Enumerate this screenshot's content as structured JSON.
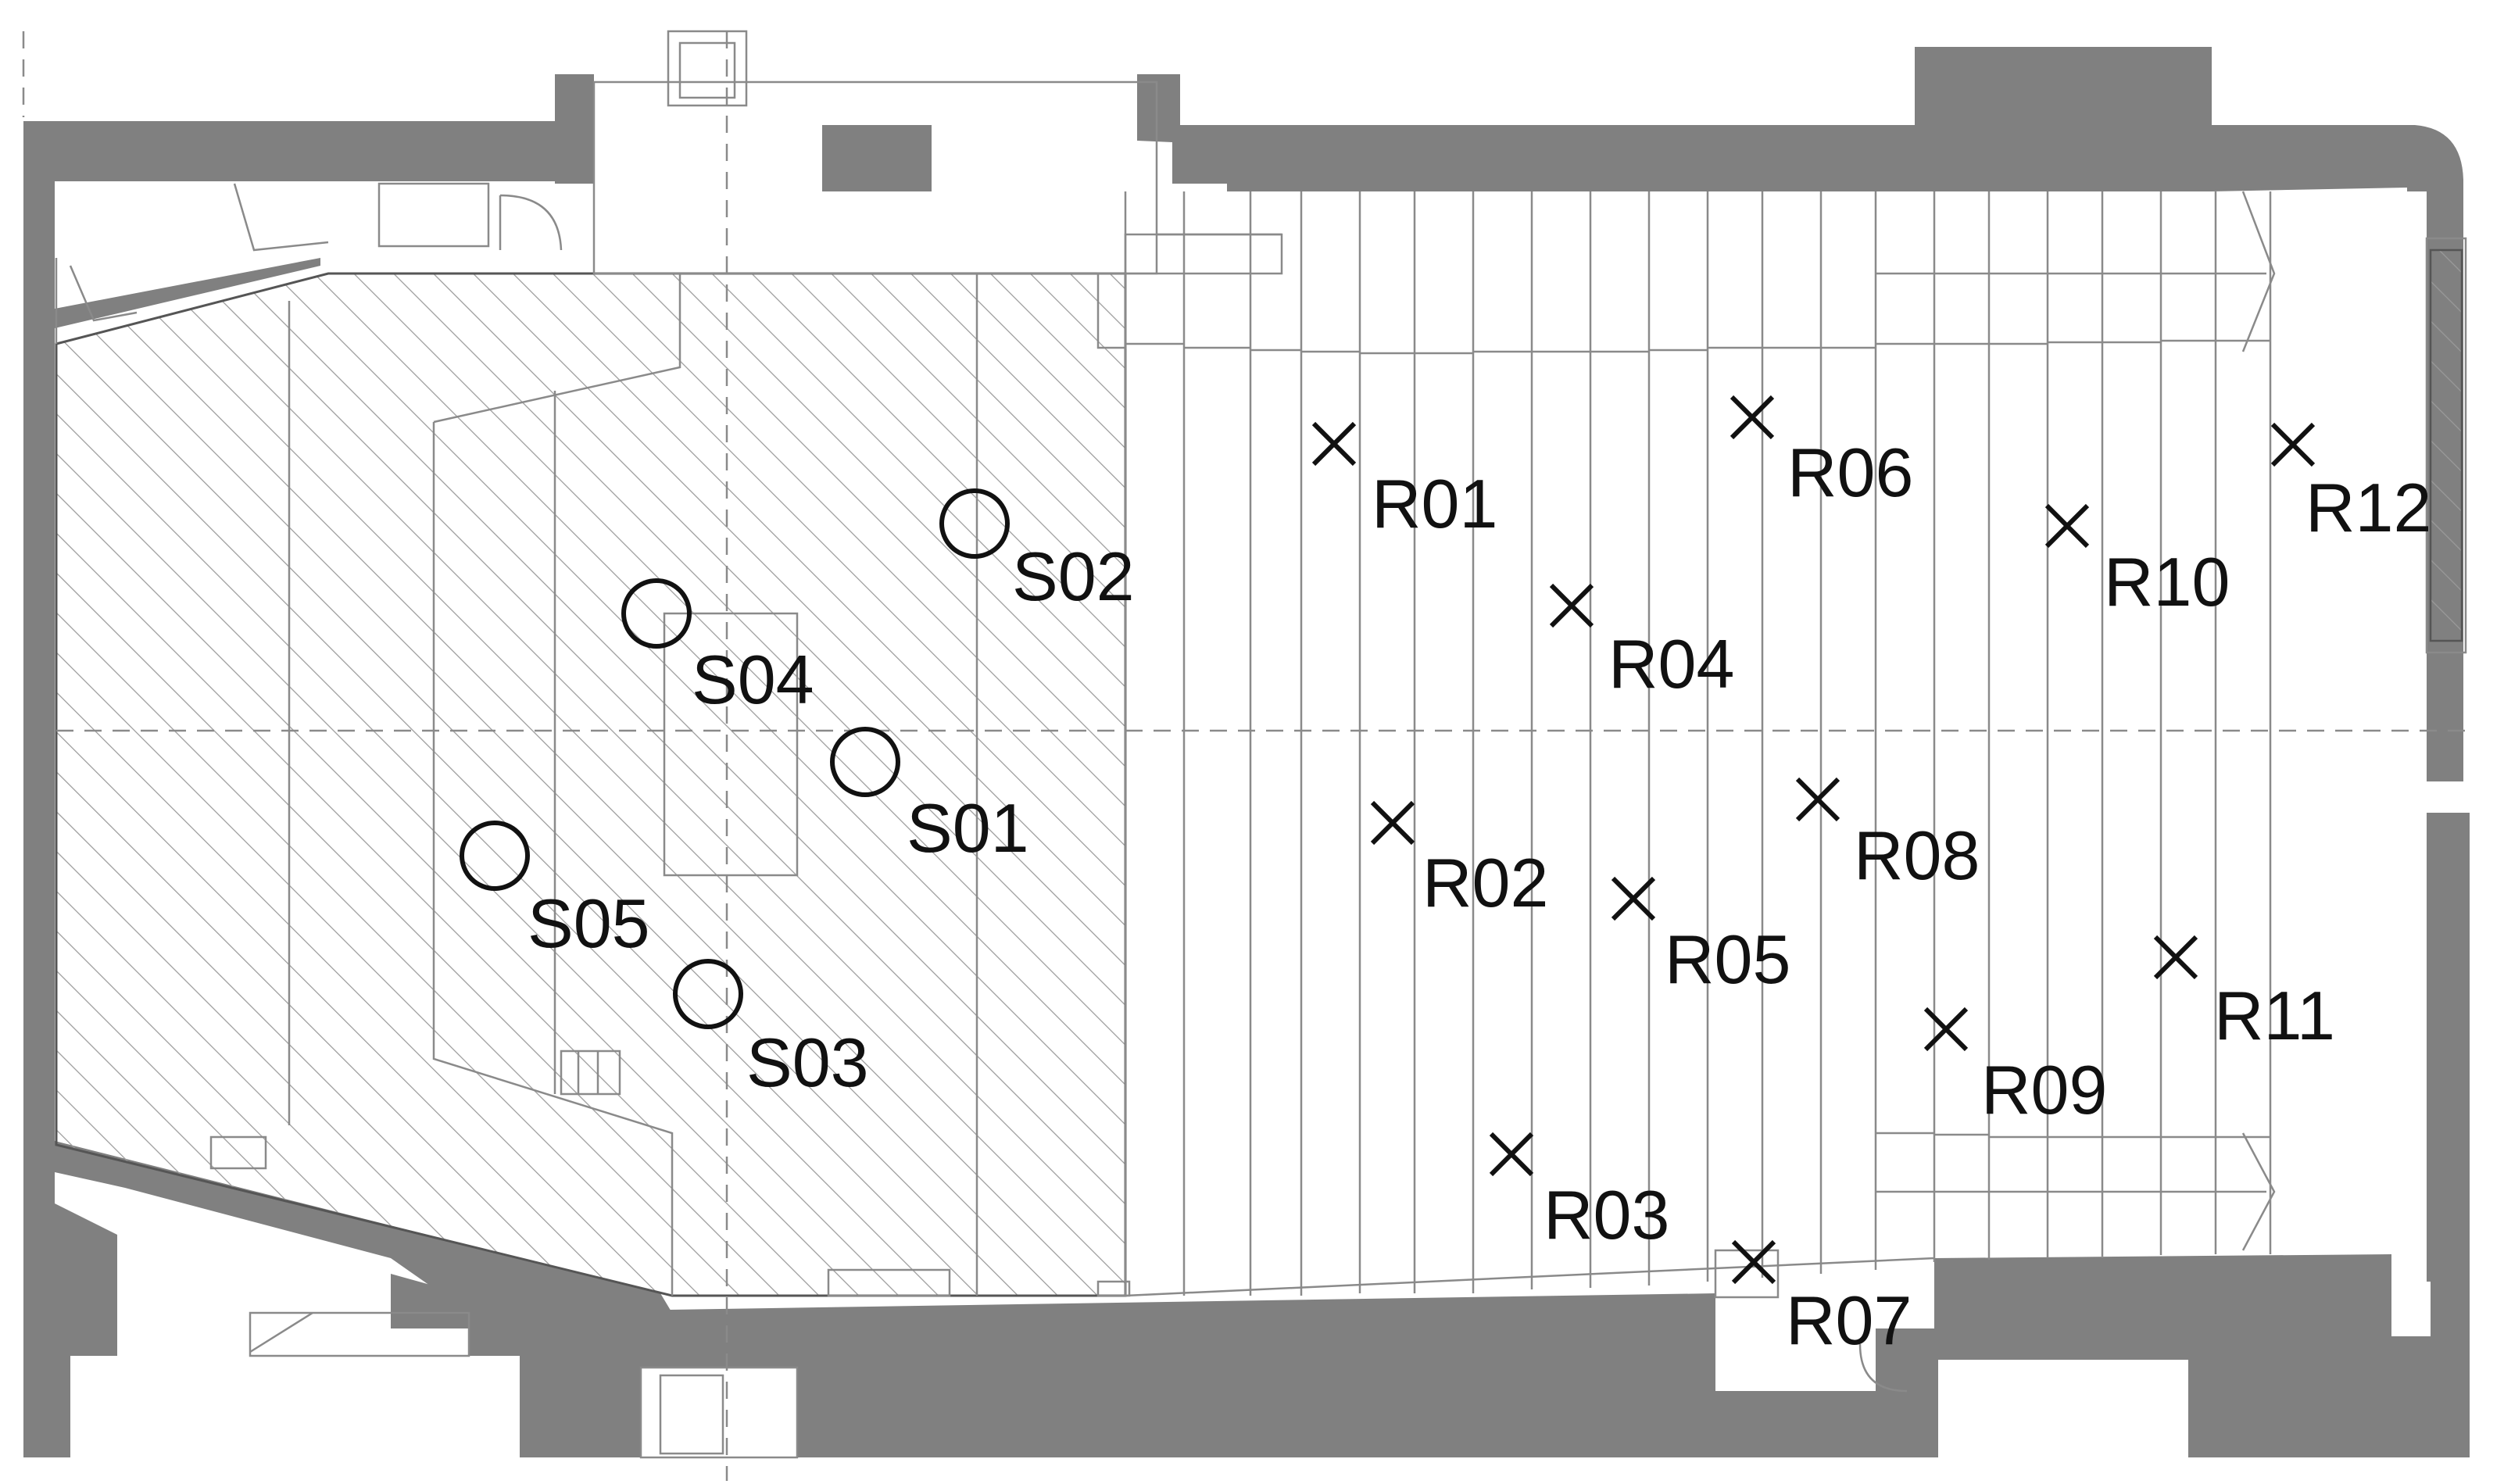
{
  "sources": [
    {
      "id": "S01",
      "label": "S01"
    },
    {
      "id": "S02",
      "label": "S02"
    },
    {
      "id": "S03",
      "label": "S03"
    },
    {
      "id": "S04",
      "label": "S04"
    },
    {
      "id": "S05",
      "label": "S05"
    }
  ],
  "receivers": [
    {
      "id": "R01",
      "label": "R01"
    },
    {
      "id": "R02",
      "label": "R02"
    },
    {
      "id": "R03",
      "label": "R03"
    },
    {
      "id": "R04",
      "label": "R04"
    },
    {
      "id": "R05",
      "label": "R05"
    },
    {
      "id": "R06",
      "label": "R06"
    },
    {
      "id": "R07",
      "label": "R07"
    },
    {
      "id": "R08",
      "label": "R08"
    },
    {
      "id": "R09",
      "label": "R09"
    },
    {
      "id": "R10",
      "label": "R10"
    },
    {
      "id": "R11",
      "label": "R11"
    },
    {
      "id": "R12",
      "label": "R12"
    }
  ],
  "colors": {
    "wall": "#808080",
    "line": "#8a8a8a",
    "marker": "#111111"
  }
}
